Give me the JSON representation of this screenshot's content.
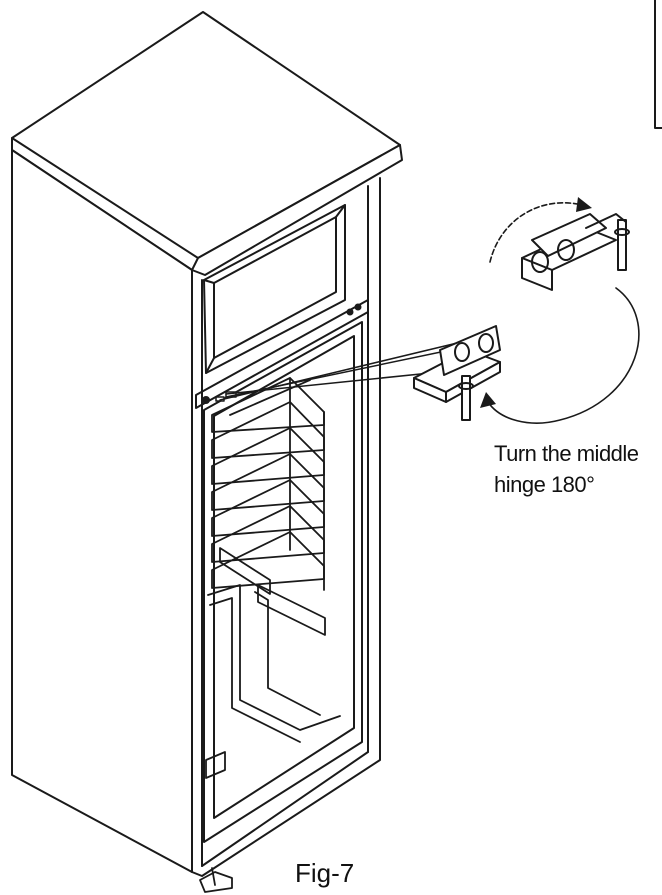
{
  "annotation": {
    "line1": "Turn the middle",
    "line2": "hinge 180°"
  },
  "figure": {
    "label": "Fig-7"
  },
  "colors": {
    "line": "#1a1a1a",
    "background": "#ffffff"
  }
}
